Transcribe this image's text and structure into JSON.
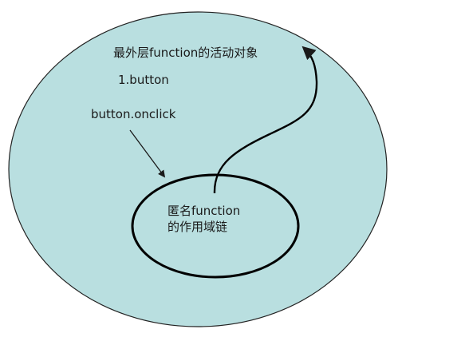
{
  "diagram": {
    "outer_scope_label": "最外层function的活动对象",
    "button_var_label": "1.button",
    "onclick_label": "button.onclick",
    "inner_scope_line1": "匿名function",
    "inner_scope_line2": "的作用域链"
  },
  "colors": {
    "outer_fill": "#b9dfe0",
    "outer_stroke": "#222222",
    "inner_stroke": "#000000",
    "text": "#1a1a1a"
  }
}
